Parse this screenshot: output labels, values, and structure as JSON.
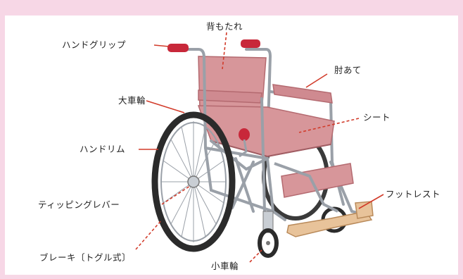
{
  "labels": {
    "hand_grip": "ハンドグリップ",
    "backrest": "背もたれ",
    "armrest": "肘あて",
    "large_wheel": "大車輪",
    "seat": "シート",
    "hand_rim": "ハンドリム",
    "tipping_lever": "ティッピングレバー",
    "footrest": "フットレスト",
    "brake": "ブレーキ〔トグル式〕",
    "caster": "小車輪"
  },
  "colors": {
    "frame_bg": "#f7d7e6",
    "leader_line": "#d23b2a",
    "upholstery": "#d7969a",
    "upholstery_dark": "#b46a70",
    "metal": "#9aa0a8",
    "tire": "#2b2b2b",
    "footplate": "#e8c39a"
  }
}
